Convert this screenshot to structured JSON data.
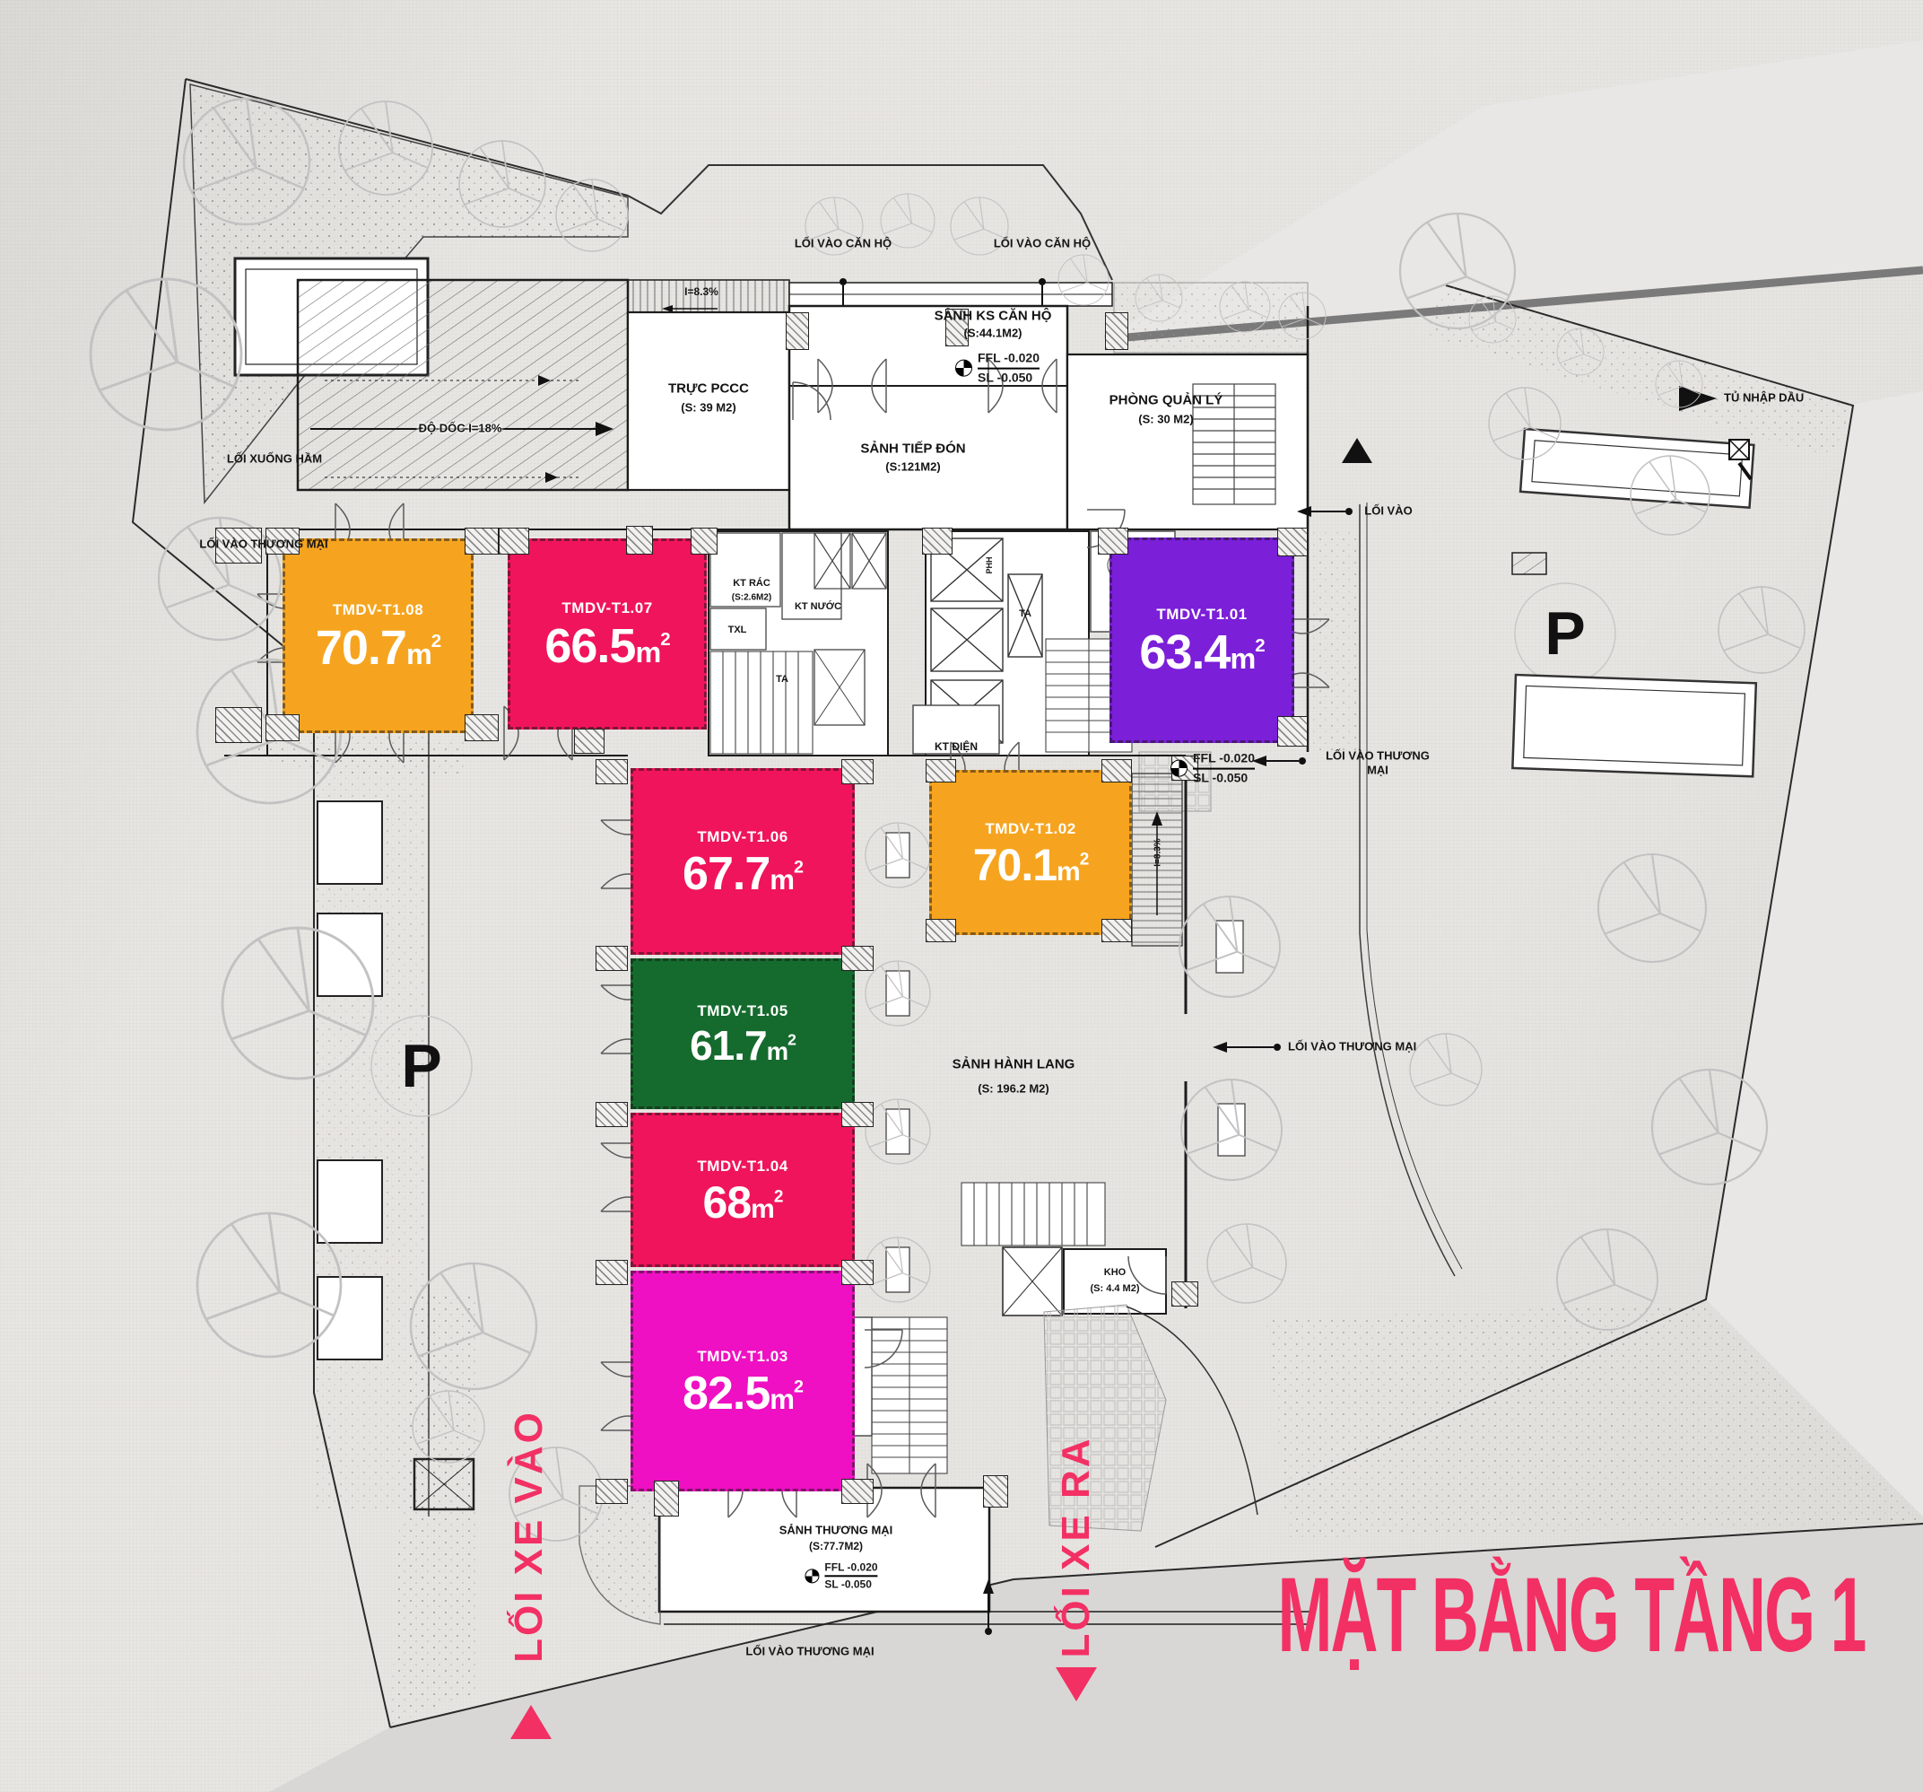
{
  "title": "MẶT BẰNG TẦNG 1",
  "unit_m": "m",
  "unit_sup": "2",
  "colors": {
    "accent": "#F23064",
    "orange": "#F6A41F",
    "crimson": "#F0145C",
    "purple": "#7B1FD8",
    "green": "#156B2D",
    "magenta": "#EE10C2",
    "line": "#1b1b1b",
    "road_gray": "#d8d7d5"
  },
  "units": [
    {
      "code": "TMDV-T1.08",
      "area": "70.7",
      "color": "#F6A41F"
    },
    {
      "code": "TMDV-T1.07",
      "area": "66.5",
      "color": "#F0145C"
    },
    {
      "code": "TMDV-T1.01",
      "area": "63.4",
      "color": "#7B1FD8"
    },
    {
      "code": "TMDV-T1.06",
      "area": "67.7",
      "color": "#F0145C"
    },
    {
      "code": "TMDV-T1.02",
      "area": "70.1",
      "color": "#F6A41F"
    },
    {
      "code": "TMDV-T1.05",
      "area": "61.7",
      "color": "#156B2D"
    },
    {
      "code": "TMDV-T1.04",
      "area": "68",
      "color": "#F0145C"
    },
    {
      "code": "TMDV-T1.03",
      "area": "82.5",
      "color": "#EE10C2"
    }
  ],
  "rooms": {
    "sanh_ks": {
      "name": "SẢNH KS CĂN HỘ",
      "area": "(S:44.1M2)"
    },
    "phong_quan_ly": {
      "name": "PHÒNG QUẢN LÝ",
      "area": "(S: 30 M2)"
    },
    "sanh_tiep_don": {
      "name": "SẢNH TIẾP ĐÓN",
      "area": "(S:121M2)"
    },
    "truc_pccc": {
      "name": "TRỰC PCCC",
      "area": "(S: 39 M2)"
    },
    "sanh_hanh_lang": {
      "name": "SẢNH HÀNH LANG",
      "area": "(S: 196.2 M2)"
    },
    "sanh_thuong_mai": {
      "name": "SẢNH THƯƠNG MẠI",
      "area": "(S:77.7M2)"
    },
    "kho": {
      "name": "KHO",
      "area": "(S: 4.4 M2)"
    },
    "kt_rac": {
      "name": "KT RÁC",
      "area": "(S:2.6M2)"
    },
    "kt_nuoc": "KT NƯỚC",
    "kt_dien": "KT ĐIỆN"
  },
  "level_marker": {
    "ffl": "FFL -0.020",
    "sl": "SL -0.050"
  },
  "labels": {
    "loi_vao_can_ho": "LỐI VÀO CĂN HỘ",
    "loi_xuong_ham": "LỐI XUỐNG HẦM",
    "loi_vao_thuong_mai": "LỐI VÀO THƯƠNG MẠI",
    "loi_vao": "LỐI VÀO",
    "do_doc": "ĐỘ DỐC I=18%",
    "ramp_83": "I=8.3%",
    "tu_nhap_dau": "TỦ NHẬP DẦU",
    "loi_xe_vao": "LỐI XE VÀO",
    "loi_xe_ra": "LỐI XE RA",
    "parking": "P",
    "ta": "TA",
    "txl": "TXL",
    "phh": "PHH"
  }
}
